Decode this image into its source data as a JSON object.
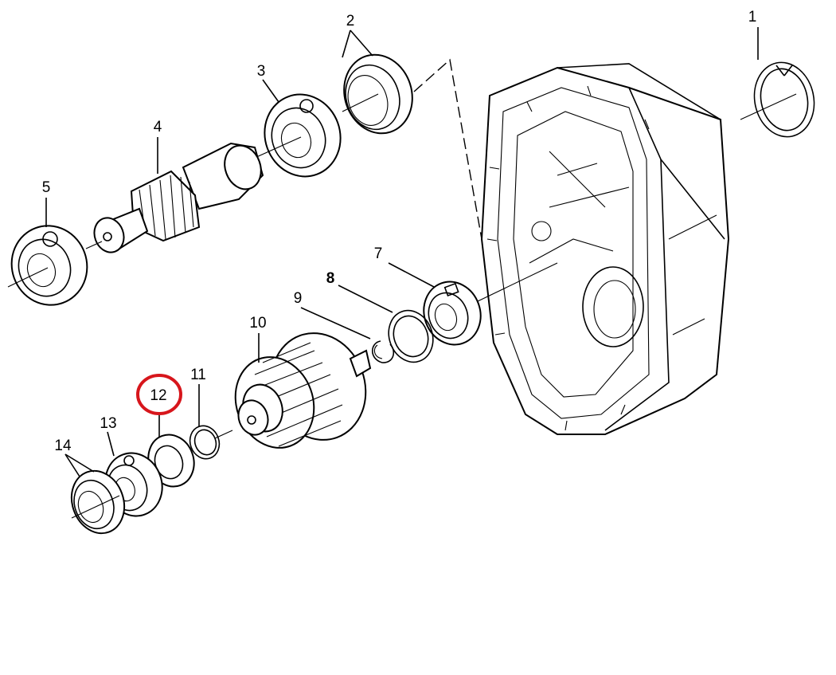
{
  "callouts": [
    {
      "id": "1",
      "label": "1",
      "emphasis": false,
      "highlighted": false
    },
    {
      "id": "2",
      "label": "2",
      "emphasis": false,
      "highlighted": false
    },
    {
      "id": "3",
      "label": "3",
      "emphasis": false,
      "highlighted": false
    },
    {
      "id": "4",
      "label": "4",
      "emphasis": false,
      "highlighted": false
    },
    {
      "id": "5",
      "label": "5",
      "emphasis": false,
      "highlighted": false
    },
    {
      "id": "7",
      "label": "7",
      "emphasis": false,
      "highlighted": false
    },
    {
      "id": "8",
      "label": "8",
      "emphasis": true,
      "highlighted": false
    },
    {
      "id": "9",
      "label": "9",
      "emphasis": false,
      "highlighted": false
    },
    {
      "id": "10",
      "label": "10",
      "emphasis": false,
      "highlighted": false
    },
    {
      "id": "11",
      "label": "11",
      "emphasis": false,
      "highlighted": false
    },
    {
      "id": "12",
      "label": "12",
      "emphasis": false,
      "highlighted": true
    },
    {
      "id": "13",
      "label": "13",
      "emphasis": false,
      "highlighted": false
    },
    {
      "id": "14",
      "label": "14",
      "emphasis": false,
      "highlighted": false
    }
  ],
  "colors": {
    "line": "#000000",
    "background": "#ffffff",
    "highlight": "#d7161c"
  }
}
